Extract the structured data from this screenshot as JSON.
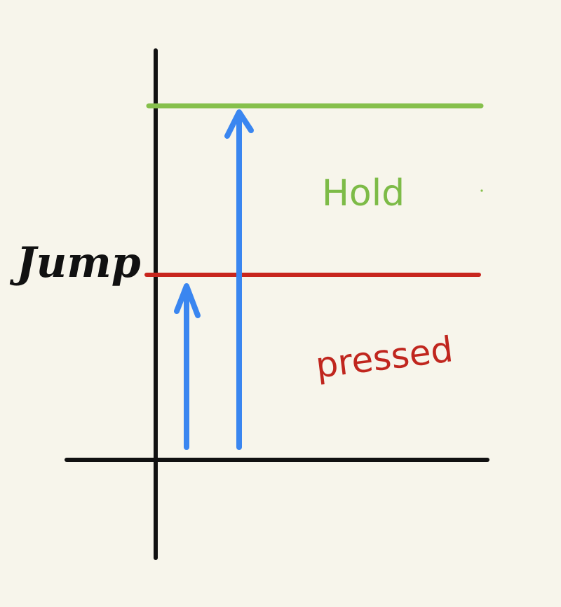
{
  "labels": {
    "axis": "Jump",
    "hold": "Hold",
    "pressed": "pressed"
  },
  "colors": {
    "background": "#f7f5eb",
    "axis": "#111111",
    "hold_line": "#86c04c",
    "pressed_line": "#c8261e",
    "arrow": "#3a86f0",
    "hold_text": "#7dbb47",
    "pressed_text": "#c0261e"
  }
}
